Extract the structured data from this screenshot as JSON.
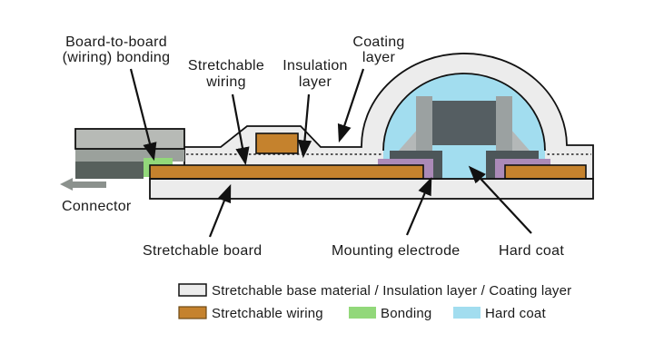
{
  "diagram": {
    "labels": {
      "board_to_board": {
        "line1": "Board-to-board",
        "line2": "(wiring) bonding"
      },
      "stretchable_wiring": {
        "line1": "Stretchable",
        "line2": "wiring"
      },
      "insulation_layer": {
        "line1": "Insulation",
        "line2": "layer"
      },
      "coating_layer": {
        "line1": "Coating",
        "line2": "layer"
      },
      "connector": "Connector",
      "stretchable_board": "Stretchable board",
      "mounting_electrode": "Mounting electrode",
      "hard_coat": "Hard coat"
    },
    "colors": {
      "base_material": "#ececec",
      "wiring": "#c5822d",
      "bonding": "#92d87a",
      "hard_coat": "#a2ddef",
      "electrode": "#ab8ab8",
      "chip_body": "#555e62",
      "chip_pad": "#4d5659",
      "outline": "#111111"
    }
  },
  "legend": {
    "row1": [
      {
        "label": "Stretchable base material / Insulation layer / Coating layer",
        "color": "#ececec"
      }
    ],
    "row2": [
      {
        "label": "Stretchable wiring",
        "color": "#c5822d"
      },
      {
        "label": "Bonding",
        "color": "#92d87a"
      },
      {
        "label": "Hard coat",
        "color": "#a2ddef"
      }
    ]
  }
}
